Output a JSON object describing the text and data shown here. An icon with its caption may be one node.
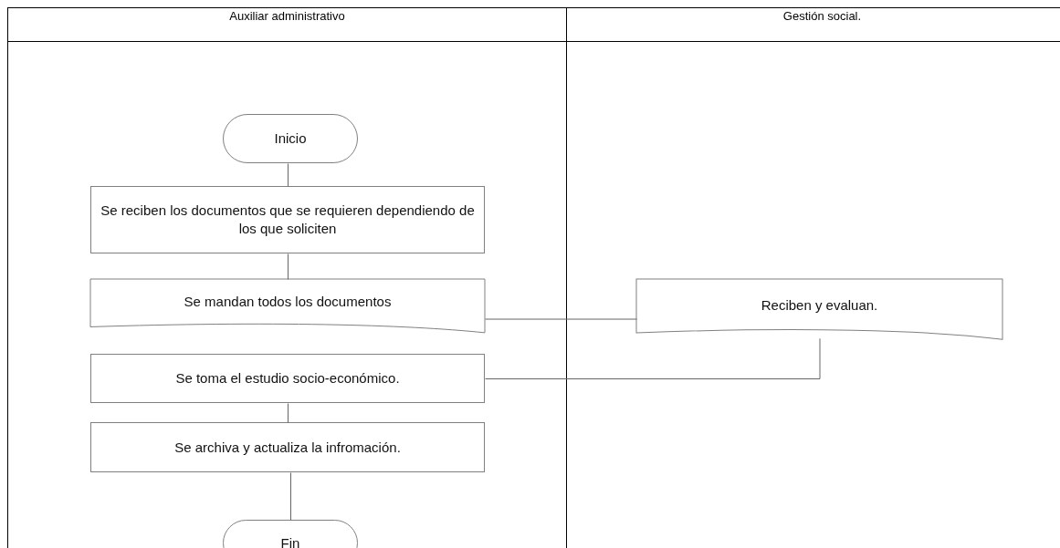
{
  "diagram": {
    "nodes": [
      {
        "text": [
          "Auxiliar administrativo"
        ]
      },
      {
        "text": [
          "Gestión social."
        ]
      },
      {
        "text": [
          "Inicio"
        ],
        "in": 0
      },
      {
        "text": [
          "Se reciben los documentos que se requieren dependiendo de los que soliciten"
        ],
        "in": 0
      },
      {
        "text": [
          "Se mandan todos los documentos"
        ],
        "in": 0
      },
      {
        "text": [
          "Reciben y evaluan."
        ],
        "in": 1
      },
      {
        "text": [
          "Se toma el estudio socio-económico."
        ],
        "in": 0
      },
      {
        "text": [
          "Se archiva y actualiza la infromación."
        ],
        "in": 0
      },
      {
        "text": [
          "Fin"
        ],
        "in": 0
      }
    ],
    "edges": [
      {
        "from": 2,
        "to": 3,
        "arrow": "none"
      },
      {
        "from": 3,
        "to": 4,
        "arrow": "none"
      },
      {
        "from": 4,
        "to": 5,
        "arrow": "none"
      },
      {
        "from": 5,
        "to": 6,
        "arrow": "none"
      },
      {
        "from": 6,
        "to": 7,
        "arrow": "none"
      },
      {
        "from": 7,
        "to": 8,
        "arrow": "none"
      }
    ]
  }
}
